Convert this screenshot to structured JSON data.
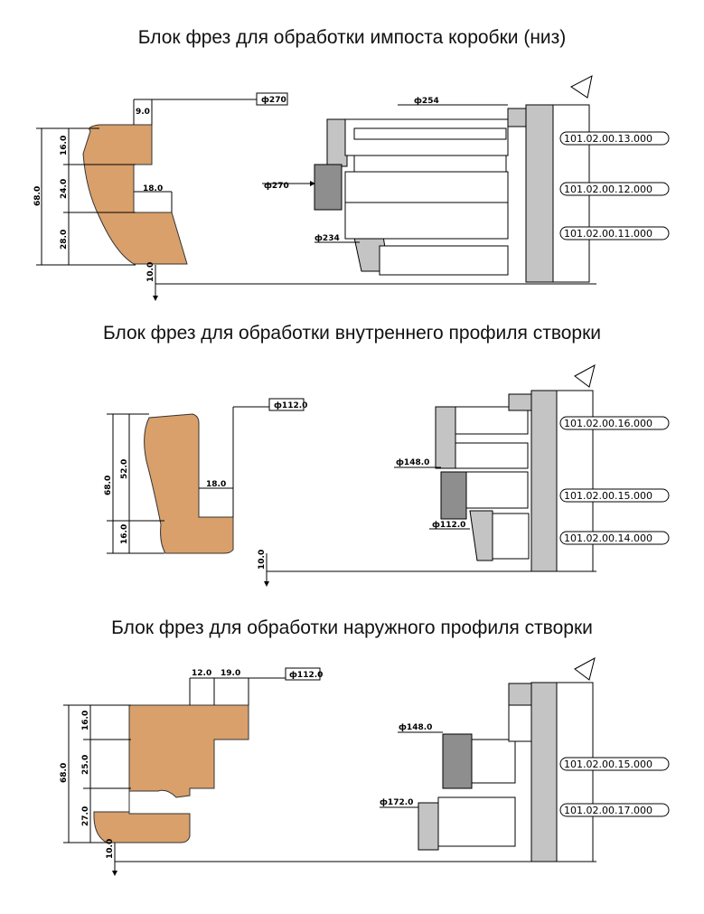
{
  "colors": {
    "profile": "#d9a06b",
    "steel": "#c4c4c4",
    "steel_dark": "#8e8e8e",
    "line": "#000000"
  },
  "sections": [
    {
      "title": "Блок фрез для обработки импоста коробки (низ)",
      "dims": {
        "total_h": "68.0",
        "h1": "16.0",
        "h2": "24.0",
        "h3": "28.0",
        "w_top": "9.0",
        "w_mid": "18.0",
        "offset": "10.0",
        "dia_top": "ф270"
      },
      "assembly": {
        "dia_a": "ф254",
        "dia_b": "ф270",
        "dia_c": "ф234"
      },
      "codes": [
        "101.02.00.13.000",
        "101.02.00.12.000",
        "101.02.00.11.000"
      ]
    },
    {
      "title": "Блок фрез для обработки внутреннего профиля створки",
      "dims": {
        "total_h": "68.0",
        "h1": "52.0",
        "h2": "16.0",
        "w_mid": "18.0",
        "offset": "10.0",
        "dia_top": "ф112.0"
      },
      "assembly": {
        "dia_a": "ф148.0",
        "dia_b": "ф112.0"
      },
      "codes": [
        "101.02.00.16.000",
        "101.02.00.15.000",
        "101.02.00.14.000"
      ]
    },
    {
      "title": "Блок фрез для обработки наружного профиля створки",
      "dims": {
        "total_h": "68.0",
        "h1": "16.0",
        "h2": "25.0",
        "h3": "27.0",
        "w1": "12.0",
        "w2": "19.0",
        "offset": "10.0",
        "dia_top": "ф112.0"
      },
      "assembly": {
        "dia_a": "ф148.0",
        "dia_b": "ф172.0"
      },
      "codes": [
        "101.02.00.15.000",
        "101.02.00.17.000"
      ]
    }
  ]
}
